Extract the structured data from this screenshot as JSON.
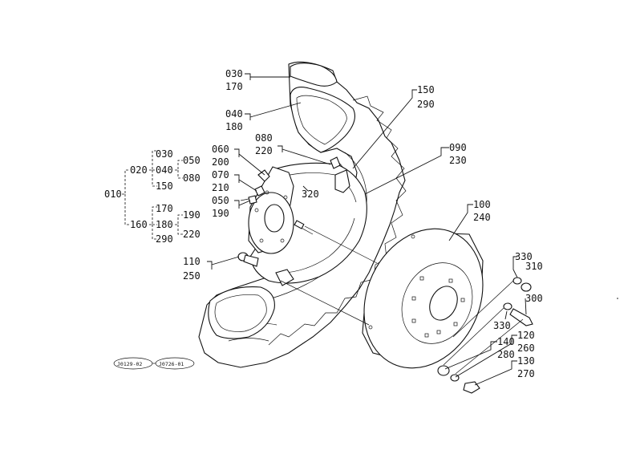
{
  "callouts": {
    "c030": "030",
    "c170": "170",
    "c040": "040",
    "c180": "180",
    "c150": "150",
    "c290": "290",
    "c080": "080",
    "c220": "220",
    "c090": "090",
    "c230": "230",
    "c060": "060",
    "c200": "200",
    "c070": "070",
    "c210": "210",
    "c050": "050",
    "c190": "190",
    "c320": "320",
    "c100": "100",
    "c240": "240",
    "c110": "110",
    "c250": "250",
    "c330a": "330",
    "c310": "310",
    "c300": "300",
    "c330b": "330",
    "c120": "120",
    "c260": "260",
    "c140": "140",
    "c280": "280",
    "c130": "130",
    "c270": "270"
  },
  "tree": {
    "root": "010",
    "g1": "020",
    "g1a": "030",
    "g1b": "040",
    "g1c": "150",
    "g1d": "050",
    "g1e": "080",
    "g2": "160",
    "g2a": "170",
    "g2b": "180",
    "g2c": "290",
    "g2d": "190",
    "g2e": "220"
  },
  "refs": {
    "r1": "J0129-02",
    "r2": "J0726-01"
  }
}
